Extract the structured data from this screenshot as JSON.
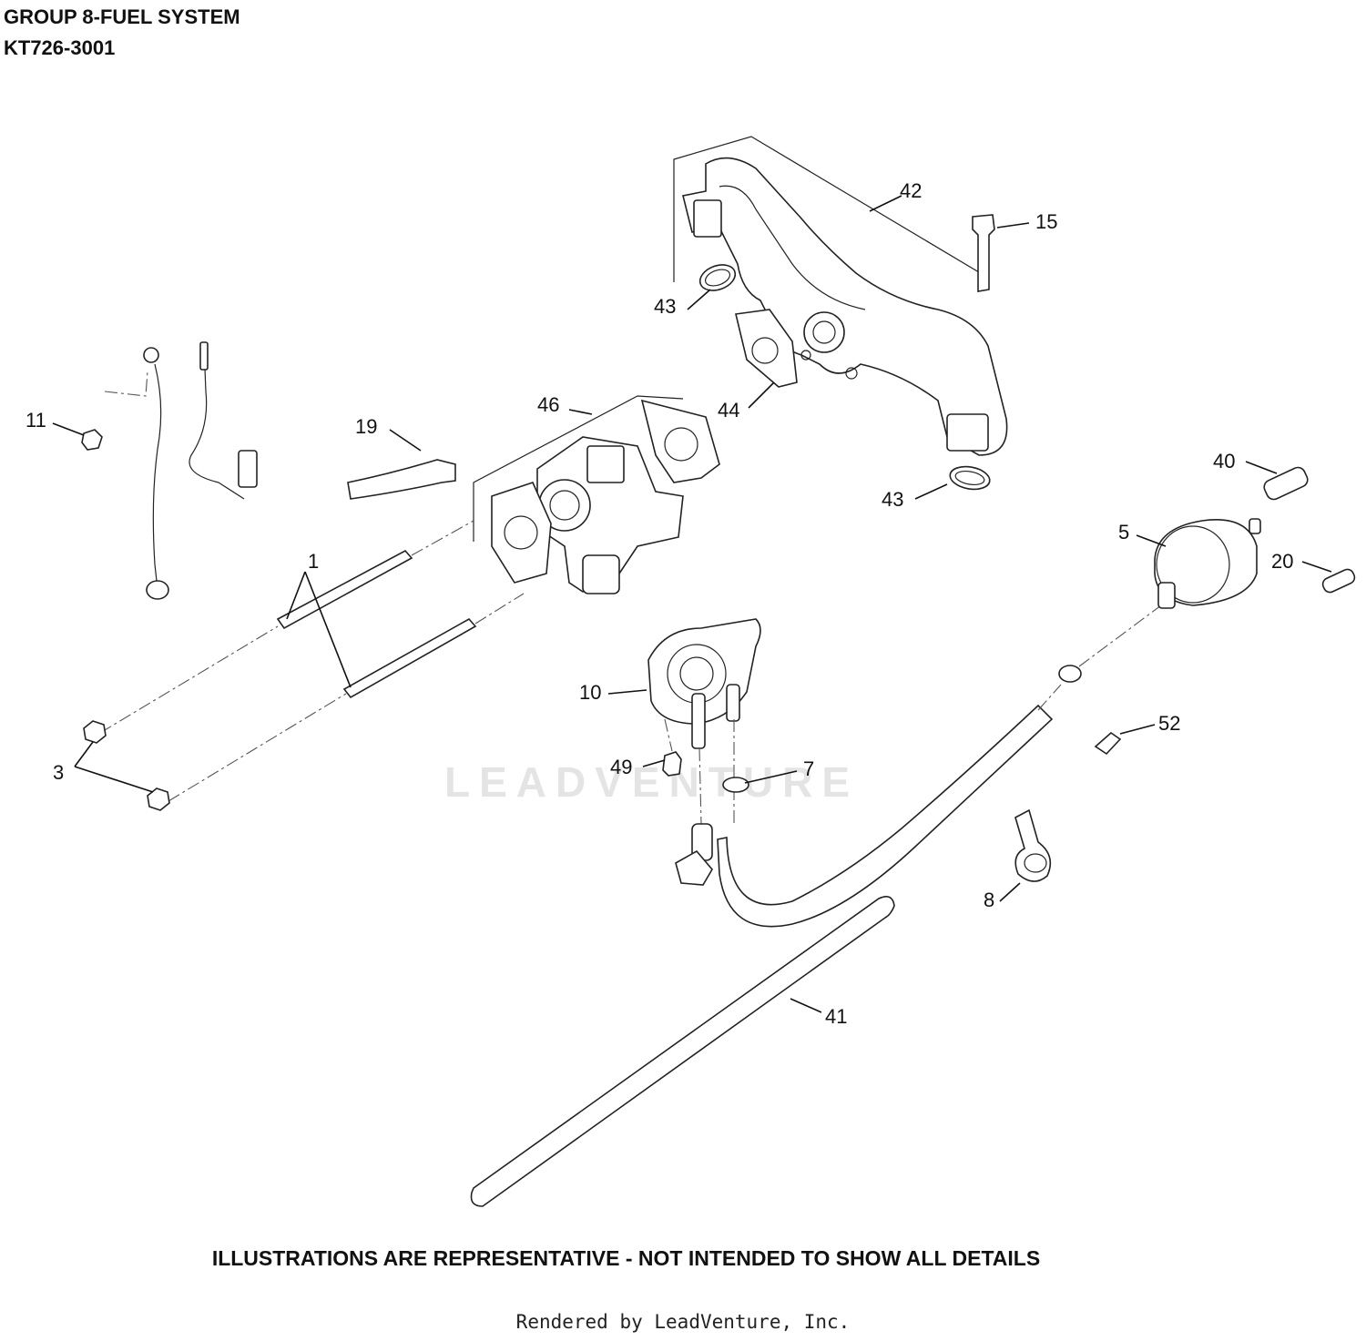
{
  "header": {
    "title": "GROUP 8-FUEL SYSTEM",
    "model": "KT726-3001"
  },
  "watermark": "LEADVENTURE",
  "notice": "ILLUSTRATIONS ARE REPRESENTATIVE - NOT INTENDED TO SHOW ALL DETAILS",
  "credit": "Rendered by LeadVenture, Inc.",
  "callouts": {
    "c1": "1",
    "c3": "3",
    "c5": "5",
    "c7": "7",
    "c8": "8",
    "c10": "10",
    "c11": "11",
    "c15": "15",
    "c19": "19",
    "c20": "20",
    "c40": "40",
    "c41": "41",
    "c42": "42",
    "c43a": "43",
    "c43b": "43",
    "c44": "44",
    "c46": "46",
    "c49": "49",
    "c52": "52"
  }
}
